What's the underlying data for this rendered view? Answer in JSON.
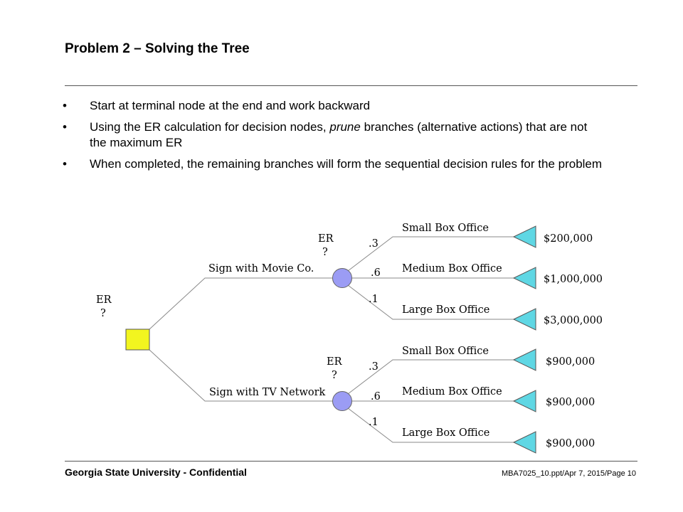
{
  "slide": {
    "title": "Problem 2 – Solving the Tree",
    "bullets": [
      {
        "marker": "•",
        "text": "Start at terminal node at the end and work backward"
      },
      {
        "marker": "•",
        "before": "Using the ER calculation for decision nodes, ",
        "em": "prune",
        "after": " branches (alternative actions) that are not the maximum ER"
      },
      {
        "marker": "•",
        "text": "When completed, the remaining branches will form the sequential decision rules for the problem"
      }
    ],
    "footer_left": "Georgia State University - Confidential",
    "footer_right": "MBA7025_10.ppt/Apr 7, 2015/Page 10"
  },
  "tree": {
    "root": {
      "er_label": "ER",
      "er_value": "?",
      "color": "#f2f51f"
    },
    "branches": [
      {
        "label": "Sign with Movie Co.",
        "er_label": "ER",
        "er_value": "?",
        "outcomes": [
          {
            "prob": ".3",
            "label": "Small Box Office",
            "payoff": "$200,000"
          },
          {
            "prob": ".6",
            "label": "Medium Box Office",
            "payoff": "$1,000,000"
          },
          {
            "prob": ".1",
            "label": "Large Box Office",
            "payoff": "$3,000,000"
          }
        ]
      },
      {
        "label": "Sign with TV Network",
        "er_label": "ER",
        "er_value": "?",
        "outcomes": [
          {
            "prob": ".3",
            "label": "Small Box Office",
            "payoff": "$900,000"
          },
          {
            "prob": ".6",
            "label": "Medium Box Office",
            "payoff": "$900,000"
          },
          {
            "prob": ".1",
            "label": "Large Box Office",
            "payoff": "$900,000"
          }
        ]
      }
    ],
    "colors": {
      "chance_node": "#9b9cf4",
      "terminal_node": "#5fd7e4",
      "line": "#8a8a8a"
    }
  }
}
